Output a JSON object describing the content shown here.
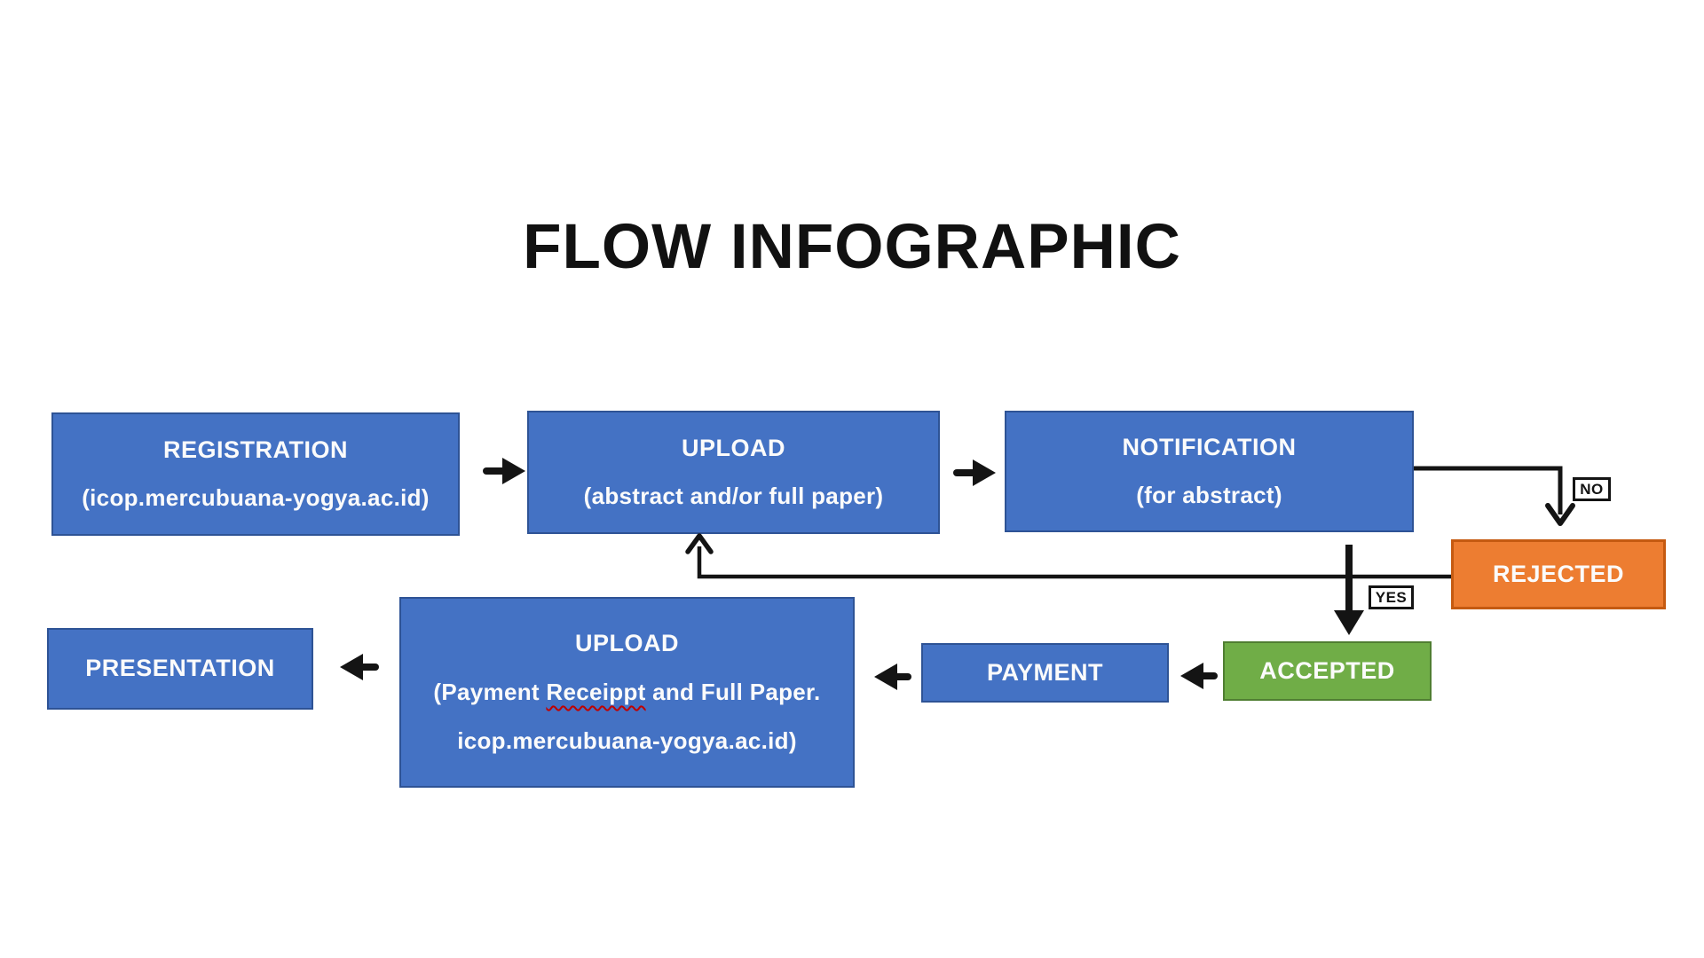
{
  "title": "FLOW INFOGRAPHIC",
  "colors": {
    "node_blue": "#4472C4",
    "node_blue_border": "#2E5395",
    "node_green": "#70AD47",
    "node_green_border": "#507E32",
    "node_orange": "#ED7D31",
    "node_orange_border": "#C55A11",
    "arrow_black": "#141414",
    "node_text": "#FBFBFB",
    "title_text": "#111111",
    "spellcheck_underline": "#C00000",
    "background": "#FFFFFF"
  },
  "nodes": {
    "registration": {
      "title": "REGISTRATION",
      "subtitle": "(icop.mercubuana-yogya.ac.id)"
    },
    "upload_abstract": {
      "title": "UPLOAD",
      "subtitle": "(abstract and/or full paper)"
    },
    "notification": {
      "title": "NOTIFICATION",
      "subtitle": "(for abstract)"
    },
    "rejected": {
      "title": "REJECTED"
    },
    "accepted": {
      "title": "ACCEPTED"
    },
    "payment": {
      "title": "PAYMENT"
    },
    "upload_final": {
      "title": "UPLOAD",
      "subtitle_prefix": "(Payment ",
      "subtitle_misspelled": "Receippt",
      "subtitle_suffix": " and Full Paper.",
      "subtitle_line2": "icop.mercubuana-yogya.ac.id)"
    },
    "presentation": {
      "title": "PRESENTATION"
    }
  },
  "decision_labels": {
    "no": "NO",
    "yes": "YES"
  }
}
